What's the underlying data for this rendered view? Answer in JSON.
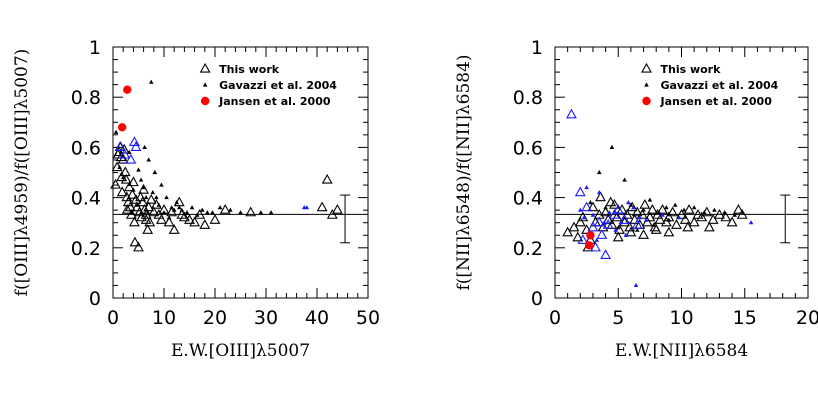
{
  "colors": {
    "black": "#000000",
    "blue": "#1a1aff",
    "red": "#ff0000"
  },
  "chart_data": [
    {
      "type": "scatter",
      "xlabel": "E.W.[OIII]λ5007",
      "ylabel": "f([OIII]λ4959)/f([OIII]λ5007)",
      "xlim": [
        0,
        50
      ],
      "ylim": [
        0,
        1
      ],
      "xticks": [
        "0",
        "10",
        "20",
        "30",
        "40",
        "50"
      ],
      "yticks": [
        "0",
        "0.2",
        "0.4",
        "0.6",
        "0.8",
        "1"
      ],
      "x_tick_values": [
        0,
        10,
        20,
        30,
        40,
        50
      ],
      "y_tick_values": [
        0,
        0.2,
        0.4,
        0.6,
        0.8,
        1
      ],
      "hline": 0.333,
      "errorbar": {
        "x": 45.5,
        "ylow": 0.22,
        "yhigh": 0.41
      },
      "legend_position": "top-right",
      "series": [
        {
          "name": "This work",
          "marker": "open-triangle",
          "points": [
            [
              0.5,
              0.45
            ],
            [
              0.8,
              0.52
            ],
            [
              1.0,
              0.57
            ],
            [
              1.2,
              0.58
            ],
            [
              1.4,
              0.6
            ],
            [
              1.6,
              0.56
            ],
            [
              1.7,
              0.48
            ],
            [
              1.8,
              0.42
            ],
            [
              2.0,
              0.55
            ],
            [
              2.2,
              0.59
            ],
            [
              2.4,
              0.5
            ],
            [
              2.6,
              0.47
            ],
            [
              2.7,
              0.4
            ],
            [
              2.8,
              0.35
            ],
            [
              3.0,
              0.38
            ],
            [
              3.2,
              0.44
            ],
            [
              3.4,
              0.36
            ],
            [
              3.6,
              0.33
            ],
            [
              3.8,
              0.41
            ],
            [
              4.0,
              0.46
            ],
            [
              4.2,
              0.3
            ],
            [
              4.3,
              0.22
            ],
            [
              4.5,
              0.39
            ],
            [
              4.7,
              0.36
            ],
            [
              5.0,
              0.2
            ],
            [
              5.2,
              0.34
            ],
            [
              5.4,
              0.4
            ],
            [
              5.6,
              0.32
            ],
            [
              5.8,
              0.38
            ],
            [
              6.0,
              0.43
            ],
            [
              6.2,
              0.35
            ],
            [
              6.5,
              0.31
            ],
            [
              6.8,
              0.27
            ],
            [
              7.0,
              0.36
            ],
            [
              7.5,
              0.39
            ],
            [
              8.0,
              0.34
            ],
            [
              8.5,
              0.37
            ],
            [
              9.0,
              0.33
            ],
            [
              10.0,
              0.35
            ],
            [
              11.0,
              0.3
            ],
            [
              12.0,
              0.27
            ],
            [
              13.0,
              0.38
            ],
            [
              14.0,
              0.32
            ],
            [
              15.0,
              0.31
            ],
            [
              16.0,
              0.3
            ],
            [
              17.0,
              0.33
            ],
            [
              18.0,
              0.29
            ],
            [
              20.0,
              0.31
            ],
            [
              22.0,
              0.35
            ],
            [
              27.0,
              0.34
            ],
            [
              41.0,
              0.36
            ],
            [
              42.0,
              0.47
            ],
            [
              43.0,
              0.33
            ],
            [
              44.0,
              0.35
            ],
            [
              6.5,
              0.33
            ],
            [
              7.2,
              0.3
            ],
            [
              9.5,
              0.31
            ],
            [
              11.5,
              0.34
            ],
            [
              13.5,
              0.33
            ]
          ]
        },
        {
          "name": "",
          "marker": "open-triangle-blue",
          "points": [
            [
              1.5,
              0.6
            ],
            [
              2.3,
              0.57
            ],
            [
              4.2,
              0.62
            ],
            [
              4.5,
              0.6
            ],
            [
              3.5,
              0.55
            ]
          ]
        },
        {
          "name": "Gavazzi et al. 2004",
          "marker": "small-filled-triangle",
          "points": [
            [
              0.6,
              0.66
            ],
            [
              1.3,
              0.52
            ],
            [
              2.0,
              0.48
            ],
            [
              3.2,
              0.58
            ],
            [
              4.0,
              0.43
            ],
            [
              5.0,
              0.51
            ],
            [
              5.5,
              0.47
            ],
            [
              6.0,
              0.44
            ],
            [
              6.5,
              0.4
            ],
            [
              7.5,
              0.86
            ],
            [
              7.8,
              0.42
            ],
            [
              8.5,
              0.4
            ],
            [
              9.0,
              0.37
            ],
            [
              10.5,
              0.4
            ],
            [
              11.5,
              0.36
            ],
            [
              12.5,
              0.38
            ],
            [
              13.5,
              0.35
            ],
            [
              14.5,
              0.34
            ],
            [
              15.5,
              0.36
            ],
            [
              16.5,
              0.33
            ],
            [
              17.5,
              0.35
            ],
            [
              18.5,
              0.34
            ],
            [
              19.5,
              0.34
            ],
            [
              21.0,
              0.36
            ],
            [
              23.0,
              0.35
            ],
            [
              25.0,
              0.34
            ],
            [
              29.0,
              0.34
            ],
            [
              31.0,
              0.34
            ],
            [
              8.2,
              0.5
            ],
            [
              9.5,
              0.45
            ],
            [
              7.0,
              0.55
            ],
            [
              6.2,
              0.6
            ],
            [
              10.0,
              0.34
            ],
            [
              11.0,
              0.32
            ],
            [
              12.0,
              0.35
            ],
            [
              13.0,
              0.36
            ],
            [
              3.8,
              0.34
            ],
            [
              4.8,
              0.37
            ]
          ]
        },
        {
          "name": "",
          "marker": "small-filled-triangle-blue",
          "points": [
            [
              37.5,
              0.36
            ],
            [
              38.0,
              0.36
            ]
          ]
        },
        {
          "name": "Jansen et al. 2000",
          "marker": "filled-circle",
          "points": [
            [
              1.8,
              0.68
            ],
            [
              2.8,
              0.83
            ]
          ]
        }
      ]
    },
    {
      "type": "scatter",
      "xlabel": "E.W.[NII]λ6584",
      "ylabel": "f([NII]λ6548)/f([NII]λ6584)",
      "xlim": [
        0,
        20
      ],
      "ylim": [
        0,
        1
      ],
      "xticks": [
        "0",
        "5",
        "10",
        "15",
        "20"
      ],
      "yticks": [
        "0",
        "0.2",
        "0.4",
        "0.6",
        "0.8",
        "1"
      ],
      "x_tick_values": [
        0,
        5,
        10,
        15,
        20
      ],
      "y_tick_values": [
        0,
        0.2,
        0.4,
        0.6,
        0.8,
        1
      ],
      "hline": 0.333,
      "errorbar": {
        "x": 18.2,
        "ylow": 0.22,
        "yhigh": 0.41
      },
      "legend_position": "top-right",
      "series": [
        {
          "name": "This work",
          "marker": "open-triangle",
          "points": [
            [
              1.0,
              0.26
            ],
            [
              1.5,
              0.28
            ],
            [
              1.8,
              0.24
            ],
            [
              2.0,
              0.3
            ],
            [
              2.2,
              0.32
            ],
            [
              2.5,
              0.27
            ],
            [
              2.8,
              0.23
            ],
            [
              3.0,
              0.36
            ],
            [
              3.2,
              0.3
            ],
            [
              3.5,
              0.33
            ],
            [
              3.8,
              0.28
            ],
            [
              4.0,
              0.34
            ],
            [
              4.2,
              0.31
            ],
            [
              4.5,
              0.29
            ],
            [
              4.7,
              0.37
            ],
            [
              4.9,
              0.32
            ],
            [
              5.1,
              0.27
            ],
            [
              5.3,
              0.35
            ],
            [
              5.5,
              0.3
            ],
            [
              5.7,
              0.33
            ],
            [
              5.9,
              0.28
            ],
            [
              6.1,
              0.36
            ],
            [
              6.3,
              0.31
            ],
            [
              6.5,
              0.34
            ],
            [
              6.7,
              0.29
            ],
            [
              6.9,
              0.33
            ],
            [
              7.1,
              0.37
            ],
            [
              7.3,
              0.3
            ],
            [
              7.5,
              0.32
            ],
            [
              7.7,
              0.35
            ],
            [
              7.9,
              0.28
            ],
            [
              8.1,
              0.33
            ],
            [
              8.3,
              0.31
            ],
            [
              8.5,
              0.35
            ],
            [
              8.8,
              0.3
            ],
            [
              9.0,
              0.32
            ],
            [
              9.3,
              0.34
            ],
            [
              9.6,
              0.29
            ],
            [
              10.0,
              0.33
            ],
            [
              10.3,
              0.31
            ],
            [
              10.6,
              0.35
            ],
            [
              11.0,
              0.3
            ],
            [
              11.3,
              0.33
            ],
            [
              11.6,
              0.32
            ],
            [
              12.0,
              0.34
            ],
            [
              12.5,
              0.31
            ],
            [
              13.0,
              0.33
            ],
            [
              13.5,
              0.32
            ],
            [
              14.0,
              0.3
            ],
            [
              14.5,
              0.35
            ],
            [
              14.8,
              0.33
            ],
            [
              3.6,
              0.4
            ],
            [
              4.4,
              0.38
            ],
            [
              5.0,
              0.24
            ],
            [
              6.0,
              0.26
            ],
            [
              7.0,
              0.25
            ],
            [
              8.0,
              0.27
            ],
            [
              9.0,
              0.26
            ],
            [
              10.5,
              0.28
            ],
            [
              12.2,
              0.28
            ],
            [
              2.6,
              0.2
            ]
          ]
        },
        {
          "name": "",
          "marker": "open-triangle-blue",
          "points": [
            [
              1.3,
              0.73
            ],
            [
              2.0,
              0.42
            ],
            [
              2.5,
              0.36
            ],
            [
              3.0,
              0.28
            ],
            [
              3.2,
              0.2
            ],
            [
              3.7,
              0.25
            ],
            [
              4.2,
              0.29
            ],
            [
              4.7,
              0.33
            ],
            [
              5.5,
              0.31
            ],
            [
              6.5,
              0.29
            ],
            [
              4.0,
              0.17
            ],
            [
              2.2,
              0.23
            ],
            [
              3.5,
              0.3
            ],
            [
              5.0,
              0.35
            ]
          ]
        },
        {
          "name": "Gavazzi et al. 2004",
          "marker": "small-filled-triangle",
          "points": [
            [
              3.5,
              0.5
            ],
            [
              4.5,
              0.6
            ],
            [
              5.5,
              0.47
            ],
            [
              6.0,
              0.37
            ],
            [
              7.0,
              0.35
            ],
            [
              7.5,
              0.39
            ],
            [
              8.2,
              0.34
            ],
            [
              8.8,
              0.36
            ],
            [
              9.5,
              0.37
            ],
            [
              10.2,
              0.35
            ],
            [
              11.0,
              0.36
            ],
            [
              11.8,
              0.34
            ],
            [
              12.6,
              0.35
            ],
            [
              13.4,
              0.34
            ],
            [
              14.2,
              0.33
            ],
            [
              5.0,
              0.28
            ],
            [
              6.5,
              0.27
            ],
            [
              7.8,
              0.29
            ],
            [
              9.0,
              0.31
            ],
            [
              4.0,
              0.36
            ],
            [
              2.8,
              0.38
            ]
          ]
        },
        {
          "name": "",
          "marker": "small-filled-triangle-blue",
          "points": [
            [
              2.0,
              0.35
            ],
            [
              2.3,
              0.32
            ],
            [
              2.7,
              0.26
            ],
            [
              3.0,
              0.33
            ],
            [
              3.3,
              0.23
            ],
            [
              3.9,
              0.3
            ],
            [
              4.3,
              0.34
            ],
            [
              5.2,
              0.3
            ],
            [
              5.8,
              0.38
            ],
            [
              6.7,
              0.32
            ],
            [
              8.5,
              0.33
            ],
            [
              9.8,
              0.32
            ],
            [
              15.5,
              0.3
            ],
            [
              6.4,
              0.05
            ],
            [
              3.5,
              0.42
            ],
            [
              2.5,
              0.44
            ],
            [
              4.8,
              0.27
            ],
            [
              7.2,
              0.31
            ],
            [
              6.2,
              0.36
            ],
            [
              5.6,
              0.25
            ]
          ]
        },
        {
          "name": "Jansen et al. 2000",
          "marker": "filled-circle",
          "points": [
            [
              2.8,
              0.25
            ],
            [
              2.7,
              0.21
            ]
          ]
        }
      ]
    }
  ]
}
